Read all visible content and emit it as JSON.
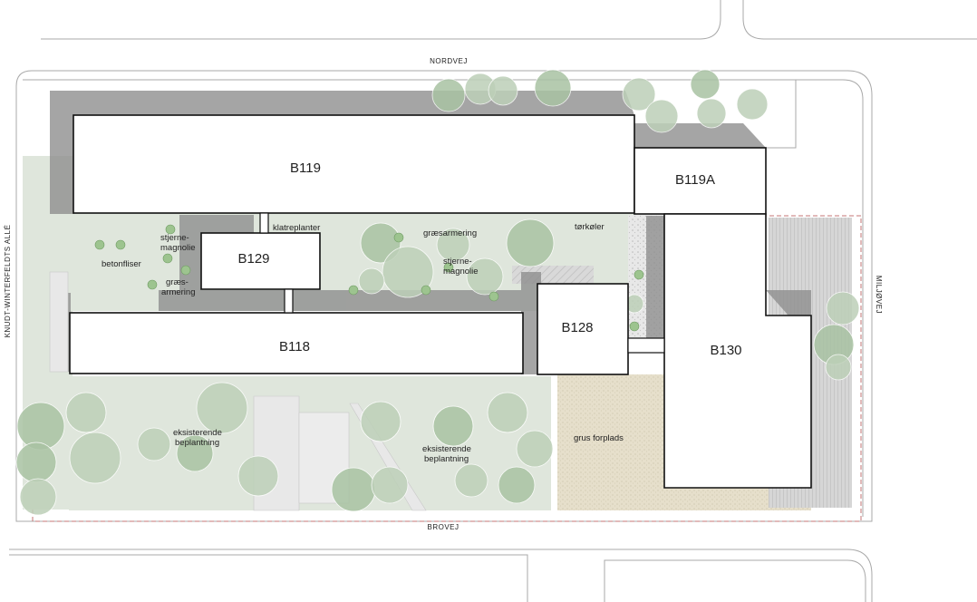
{
  "streets": {
    "north": "NORDVEJ",
    "south": "BROVEJ",
    "west": "KNUDT-WINTERFELDTS ALLÉ",
    "east": "MILJØVEJ"
  },
  "buildings": {
    "b119": "B119",
    "b119a": "B119A",
    "b129": "B129",
    "b118": "B118",
    "b128": "B128",
    "b130": "B130"
  },
  "labels": {
    "betonfliser": "betonfliser",
    "stjerne_magnolie_1_a": "stjerne-",
    "stjerne_magnolie_1_b": "magnolie",
    "graes_armering_a": "græs-",
    "graes_armering_b": "armering",
    "klatreplanter": "klatreplanter",
    "graesarmering": "græsarmering",
    "stjerne_magnolie_2_a": "stjerne-",
    "stjerne_magnolie_2_b": "magnolie",
    "torkoler": "tørkøler",
    "eksisterende_1_a": "eksisterende",
    "eksisterende_1_b": "beplantning",
    "eksisterende_2_a": "eksisterende",
    "eksisterende_2_b": "beplantning",
    "grus_forplads": "grus forplads"
  },
  "colors": {
    "building_fill": "#ffffff",
    "building_stroke": "#111111",
    "lawn": "#dfe6dc",
    "shadow": "#8f8f8f",
    "tree_fill": "#b9cdb4",
    "tree_dark": "#9fbb99",
    "gravel": "#e3dcc8",
    "site_boundary": "#c47575"
  }
}
